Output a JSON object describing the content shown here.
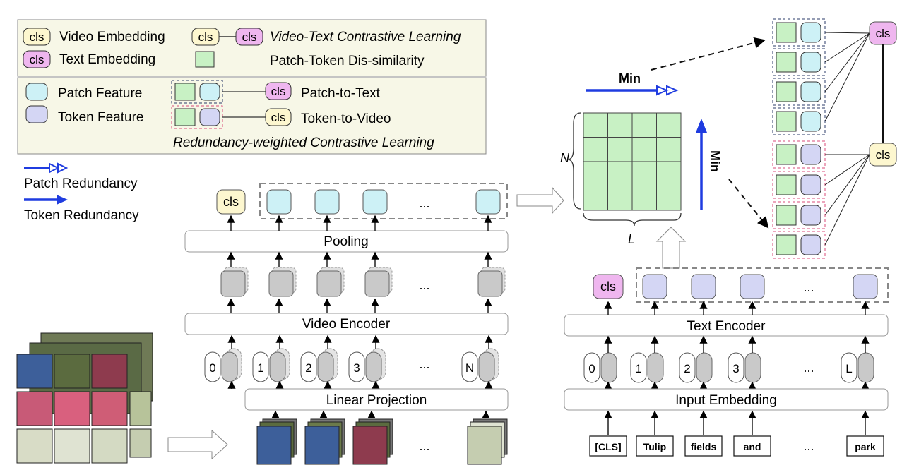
{
  "legend": {
    "cls": "cls",
    "video_embedding": "Video Embedding",
    "text_embedding": "Text Embedding",
    "vt_contrastive": "Video-Text Contrastive Learning",
    "patch_token_dissim": "Patch-Token Dis-similarity",
    "patch_feature": "Patch Feature",
    "token_feature": "Token Feature",
    "patch_to_text": "Patch-to-Text",
    "token_to_video": "Token-to-Video",
    "redundancy_contrastive": "Redundancy-weighted Contrastive Learning",
    "patch_redundancy": "Patch Redundancy",
    "token_redundancy": "Token Redundancy"
  },
  "video_branch": {
    "pooling": "Pooling",
    "encoder": "Video Encoder",
    "projection": "Linear Projection",
    "cls": "cls",
    "ellipsis": "...",
    "position_ids": [
      "0",
      "1",
      "2",
      "3",
      "N"
    ]
  },
  "text_branch": {
    "encoder": "Text Encoder",
    "embedding": "Input Embedding",
    "cls": "cls",
    "ellipsis": "...",
    "position_ids": [
      "0",
      "1",
      "2",
      "3",
      "L"
    ],
    "tokens": [
      "[CLS]",
      "Tulip",
      "fields",
      "and",
      "park"
    ]
  },
  "matrix": {
    "row_label": "N",
    "col_label": "L",
    "min_horizontal": "Min",
    "min_vertical": "Min"
  },
  "right_panel": {
    "cls_text": "cls",
    "cls_video": "cls"
  },
  "colors": {
    "cls_video_fill": "#fdf7cf",
    "cls_text_fill": "#efb6ef",
    "patch_fill": "#cdf1f6",
    "token_fill": "#d4d6f4",
    "dissim_fill": "#c8f1c4",
    "legend_bg": "#f7f7e7",
    "arrow_blue": "#1f3ce0"
  }
}
